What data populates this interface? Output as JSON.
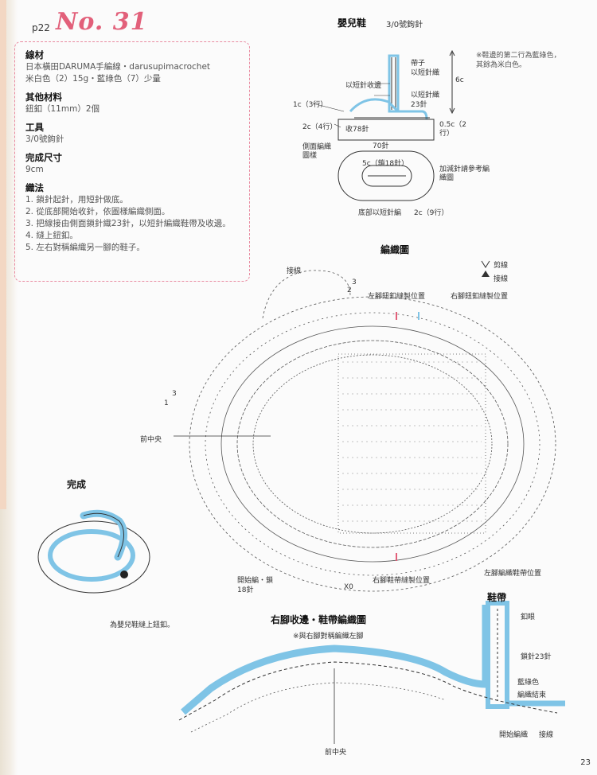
{
  "header": {
    "page_ref": "p22",
    "pattern_no": "No. 31"
  },
  "materials": {
    "yarn_title": "線材",
    "yarn_lines": [
      "日本橫田DARUMA手編線・darusupimacrochet",
      "米白色（2）15g・藍綠色（7）少量"
    ],
    "other_title": "其他材料",
    "other_line": "鈕釦（11mm）2個",
    "tools_title": "工具",
    "tools_line": "3/0號鉤針",
    "size_title": "完成尺寸",
    "size_line": "9cm",
    "method_title": "織法",
    "steps": [
      "1. 鎖針起針，用短針做底。",
      "2. 從底部開始收針，依圖樣編織側面。",
      "3. 把線接由側面鎖針織23針，以短針編織鞋帶及收邊。",
      "4. 縫上鈕釦。",
      "5. 左右對稱編織另一腳的鞋子。"
    ]
  },
  "shoe_diagram": {
    "title": "嬰兒鞋",
    "hook": "3/0號鉤針",
    "note": "※鞋邊的第二行為藍綠色，其餘為米白色。",
    "labels": {
      "strap": "帶子",
      "strap_sc": "以短針織",
      "strap_count": "23針",
      "sc_finish": "以短針收邊",
      "height": "6c",
      "r1": "1c（3行）",
      "r2": "2c（4行）",
      "dec": "收78針",
      "side_right": "0.5c（2行）",
      "side_left": "側面編織圖樣",
      "c70": "70針",
      "inner": "5c（鎖18針）",
      "inc_ref": "加減針請參考編織圖",
      "sole": "底部以短針編",
      "sole_rows": "2c（9行）"
    }
  },
  "chart": {
    "title": "編織圖",
    "legend_cut": "剪線",
    "legend_join": "接線",
    "labels": {
      "wrap": "接線",
      "left_button": "左腳鈕釦縫製位置",
      "right_button": "右腳鈕釦縫製位置",
      "front": "前中央",
      "start": "開始編・鎖18針",
      "right_strap": "右腳鞋帶縫製位置",
      "left_strap": "左腳編織鞋帶位置",
      "row3": "3",
      "row2": "2",
      "row1": "1",
      "x0": "X0"
    }
  },
  "finished": {
    "title": "完成",
    "caption": "為嬰兒鞋縫上鈕釦。"
  },
  "edge_chart": {
    "title": "右腳收邊・鞋帶編織圖",
    "subtitle": "※與右腳對稱編織左腳",
    "front": "前中央",
    "strap_title": "鞋帶",
    "labels": {
      "button_hole": "釦眼",
      "chain23": "鎖針23針",
      "teal": "藍綠色",
      "end": "編織結束",
      "start": "開始編織",
      "join": "接線"
    }
  },
  "footer": {
    "page_number": "23"
  },
  "colors": {
    "accent_pink": "#e2607a",
    "teal": "#7fc4e6",
    "dash_pink": "#e98aa0"
  }
}
